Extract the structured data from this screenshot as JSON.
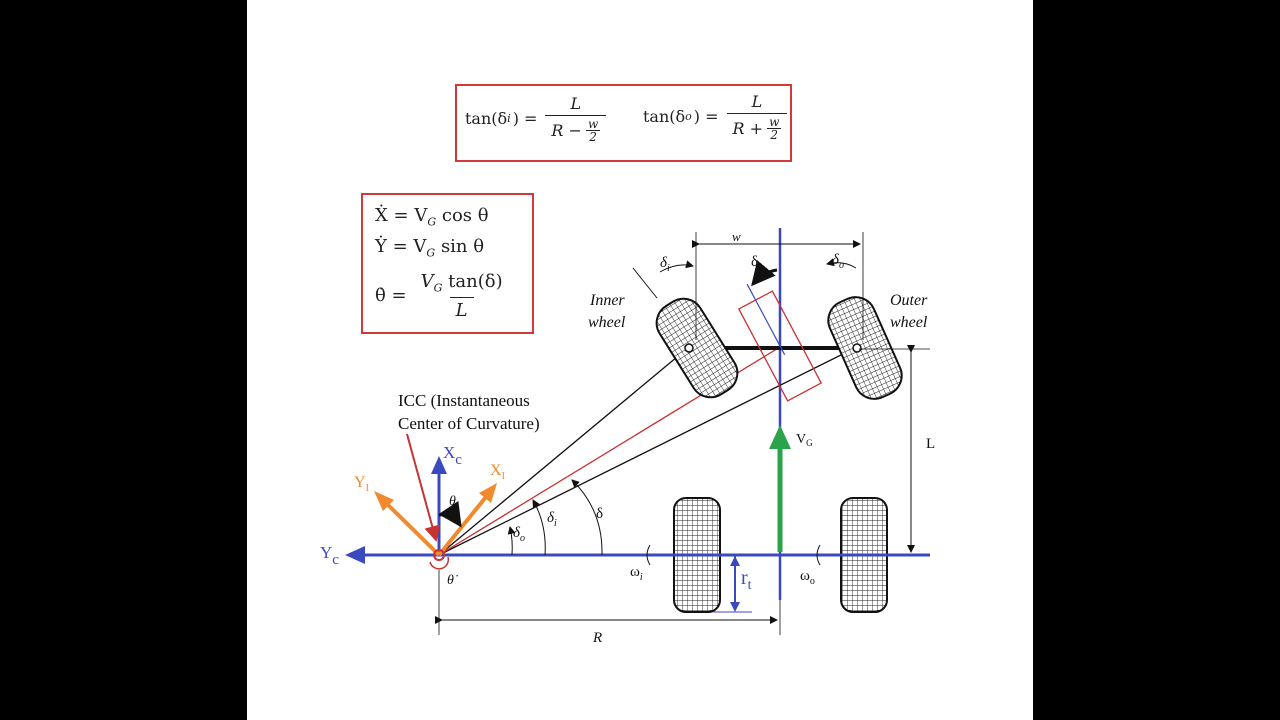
{
  "equations": {
    "ackermann": {
      "inner_lhs": "tan(δ",
      "inner_sub": "i",
      "inner_eq": ") =",
      "inner_num": "L",
      "inner_den_left": "R −",
      "inner_den_frac_num": "w",
      "inner_den_frac_den": "2",
      "outer_lhs": "tan(δ",
      "outer_sub": "o",
      "outer_eq": ") =",
      "outer_num": "L",
      "outer_den_left": "R +",
      "outer_den_frac_num": "w",
      "outer_den_frac_den": "2"
    },
    "kinematics": {
      "line1": "Ẋ = V",
      "line1_sub": "G",
      "line1_rest": " cos θ",
      "line2": "Ẏ = V",
      "line2_sub": "G",
      "line2_rest": " sin θ",
      "line3_lhs": "θ̇ =",
      "line3_num": "V",
      "line3_num_sub": "G",
      "line3_num_rest": " tan(δ)",
      "line3_den": "L"
    }
  },
  "labels": {
    "icc_line1": "ICC (Instantaneous",
    "icc_line2": "Center of Curvature)",
    "inner_wheel_1": "Inner",
    "inner_wheel_2": "wheel",
    "outer_wheel_1": "Outer",
    "outer_wheel_2": "wheel",
    "w": "w",
    "L": "L",
    "R": "R",
    "delta": "δ",
    "delta_i": "δ",
    "delta_i_sub": "i",
    "delta_o": "δ",
    "delta_o_sub": "o",
    "VG": "V",
    "VG_sub": "G",
    "Xc": "X",
    "Xc_sub": "c",
    "Yc": "Y",
    "Yc_sub": "c",
    "XI": "X",
    "XI_sub": "I",
    "YI": "Y",
    "YI_sub": "I",
    "theta": "θ",
    "theta_dot": "θ̇",
    "omega_i": "ω",
    "omega_i_sub": "i",
    "omega_o": "ω",
    "omega_o_sub": "o",
    "rt": "r",
    "rt_sub": "t"
  },
  "colors": {
    "box_border": "#d23a3a",
    "axis_blue": "#3b49c0",
    "orange": "#f08a2c",
    "green": "#2aa34a",
    "red": "#c83232",
    "black": "#111111"
  }
}
